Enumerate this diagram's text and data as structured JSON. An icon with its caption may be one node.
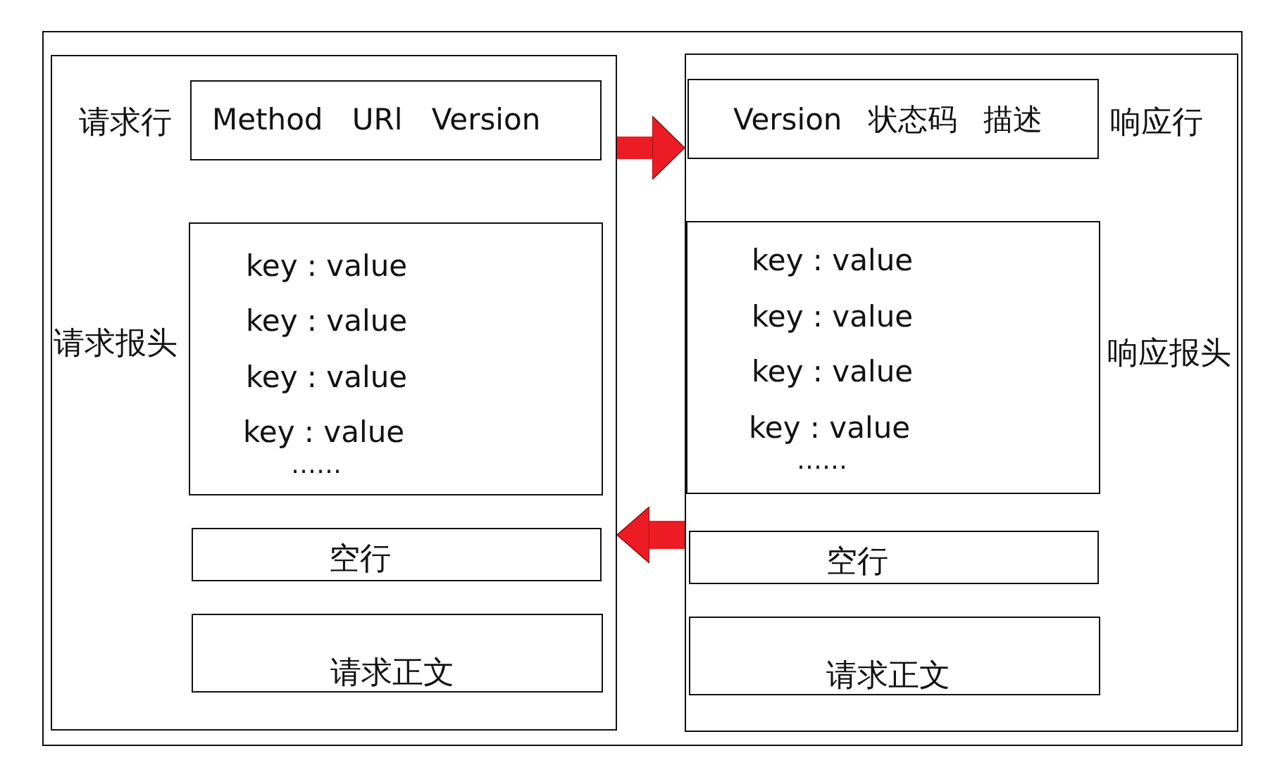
{
  "diagram": {
    "nodes": [
      {
        "text": [],
        "shape": "box"
      },
      {
        "text": [],
        "shape": "box",
        "in": 0
      },
      {
        "text": [
          "Method URl Version"
        ],
        "beside": [
          "请求行"
        ],
        "in": 1
      },
      {
        "text": [
          "key : value",
          "key : value",
          "key : value",
          "key : value",
          "……"
        ],
        "beside": [
          "请求报头"
        ],
        "in": 1
      },
      {
        "text": [
          "空行"
        ],
        "in": 1
      },
      {
        "text": [
          "请求正文"
        ],
        "in": 1
      },
      {
        "text": [],
        "shape": "box",
        "in": 0
      },
      {
        "text": [
          "Version 状态码 描述"
        ],
        "beside": [
          "响应行"
        ],
        "in": 6
      },
      {
        "text": [
          "key : value",
          "key : value",
          "key : value",
          "key : value",
          "……"
        ],
        "beside": [
          "响应报头"
        ],
        "in": 6
      },
      {
        "text": [
          "空行"
        ],
        "in": 6
      },
      {
        "text": [
          "请求正文"
        ],
        "in": 6
      }
    ],
    "edges": [
      {
        "from": 1,
        "to": 6,
        "arrow": "to"
      },
      {
        "from": 6,
        "to": 1,
        "arrow": "to"
      }
    ]
  }
}
